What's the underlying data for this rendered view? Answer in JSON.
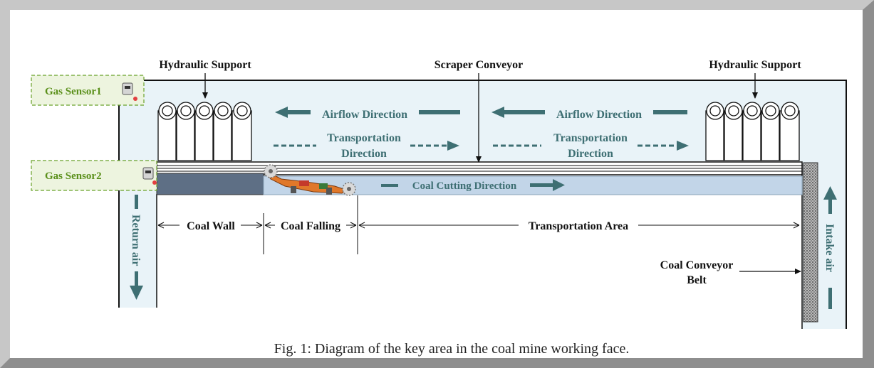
{
  "labels": {
    "hydraulic_support_left": "Hydraulic Support",
    "hydraulic_support_right": "Hydraulic Support",
    "scraper_conveyor": "Scraper Conveyor",
    "gas_sensor_1": "Gas Sensor1",
    "gas_sensor_2": "Gas Sensor2",
    "airflow_left": "Airflow Direction",
    "airflow_right": "Airflow Direction",
    "transport_left_line1": "Transportation",
    "transport_left_line2": "Direction",
    "transport_right_line1": "Transportation",
    "transport_right_line2": "Direction",
    "coal_cutting": "Coal Cutting Direction",
    "coal_wall": "Coal Wall",
    "coal_falling": "Coal Falling",
    "transportation_area": "Transportation Area",
    "return_air": "Return air",
    "intake_air": "Intake air",
    "belt_line1": "Coal Conveyor",
    "belt_line2": "Belt"
  },
  "caption": "Fig. 1: Diagram of the key area in the coal mine working face.",
  "colors": {
    "tunnel_fill": "#e9f3f8",
    "coal_wall": "#5e6f85",
    "cutting_band": "#c2d5e8",
    "flow_arrow": "#3e6f73",
    "sensor_green": "#5a8f1a",
    "shearer_orange": "#e0782a"
  },
  "icons": [
    "gas-sensor-icon",
    "shearer-machine-icon"
  ]
}
